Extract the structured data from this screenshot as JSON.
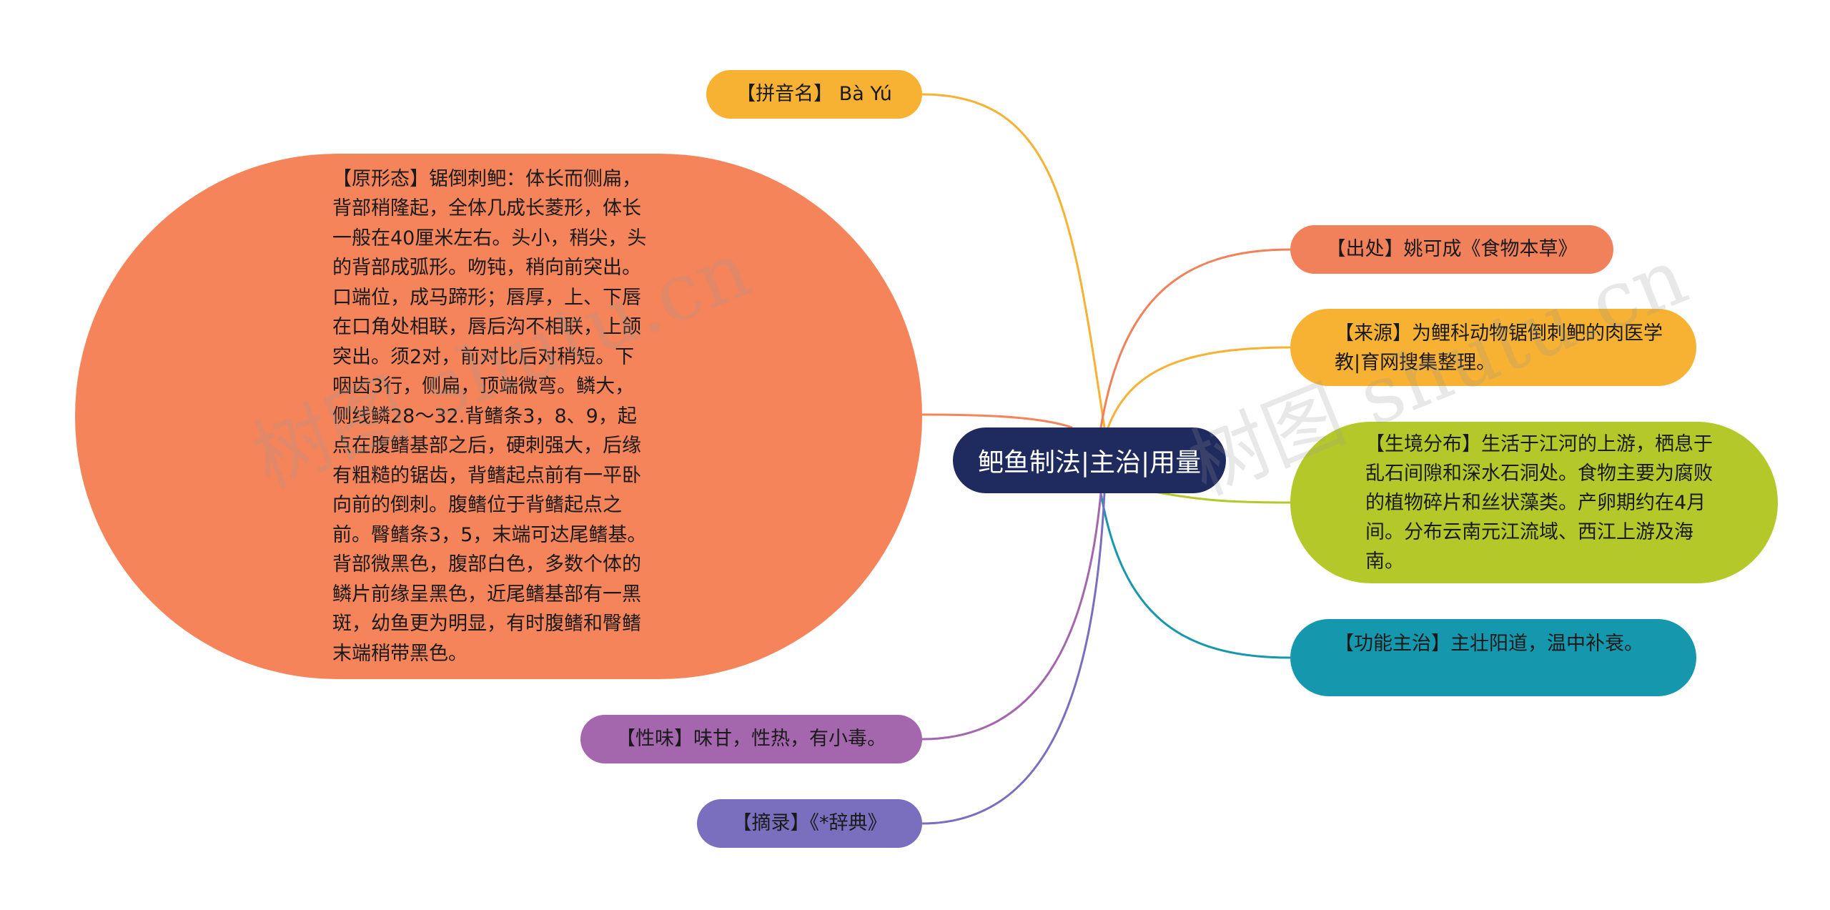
{
  "center": {
    "label": "鲃鱼制法|主治|用量"
  },
  "nodes": {
    "pinyin": {
      "label": "【拼音名】 Bà Yú",
      "color": "#f7b233"
    },
    "chuchu": {
      "label": "【出处】姚可成《食物本草》",
      "color": "#f0815b"
    },
    "laiyuan": {
      "label": "【来源】为鲤科动物锯倒刺鲃的肉医学教|育网搜集整理。",
      "color": "#f7b233"
    },
    "shengjing": {
      "label": "【生境分布】生活于江河的上游，栖息于乱石间隙和深水石洞处。食物主要为腐败的植物碎片和丝状藻类。产卵期约在4月间。分布云南元江流域、西江上游及海南。",
      "color": "#b4c929"
    },
    "gongneng": {
      "label": "【功能主治】主壮阳道，温中补衰。",
      "color": "#1597ae"
    },
    "yuanxing": {
      "label": "【原形态】锯倒刺鲃：体长而侧扁，背部稍隆起，全体几成长菱形，体长一般在40厘米左右。头小，稍尖，头的背部成弧形。吻钝，稍向前突出。口端位，成马蹄形；唇厚，上、下唇在口角处相联，唇后沟不相联，上颌突出。须2对，前对比后对稍短。下咽齿3行，侧扁，顶端微弯。鳞大，侧线鳞28～32.背鳍条3，8、9，起点在腹鳍基部之后，硬刺强大，后缘有粗糙的锯齿，背鳍起点前有一平卧向前的倒刺。腹鳍位于背鳍起点之前。臀鳍条3，5，末端可达尾鳍基。背部微黑色，腹部白色，多数个体的鳞片前缘呈黑色，近尾鳍基部有一黑斑，幼鱼更为明显，有时腹鳍和臀鳍末端稍带黑色。",
      "color": "#f5845a"
    },
    "xingwei": {
      "label": "【性味】味甘，性热，有小毒。",
      "color": "#a466ad"
    },
    "zhailu": {
      "label": "【摘录】《*辞典》",
      "color": "#7a6ebf"
    }
  },
  "center_color": "#1f2a5e",
  "watermark": {
    "text": "树图 shutu.cn"
  }
}
